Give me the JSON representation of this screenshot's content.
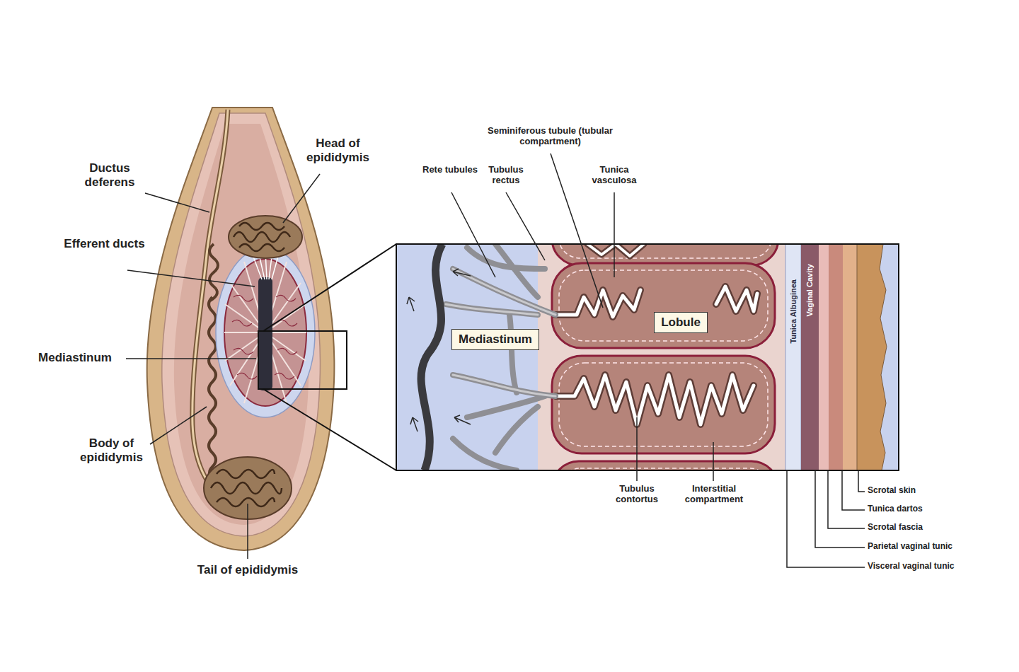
{
  "diagram": {
    "nodes": [
      {
        "text": [
          "Mediastinum"
        ]
      },
      {
        "text": [
          "Lobule"
        ]
      }
    ],
    "labels": [
      "Ductus deferens",
      "Head of epididymis",
      "Efferent ducts",
      "Mediastinum",
      "Body of epididymis",
      "Tail of epididymis",
      "Seminiferous tubule (tubular compartment)",
      "Rete tubules",
      "Tubulus rectus",
      "Tunica vasculosa",
      "Tubulus contortus",
      "Interstitial compartment",
      "Tunica Albuginea",
      "Vaginal Cavity",
      "Scrotal skin",
      "Tunica dartos",
      "Scrotal fascia",
      "Parietal vaginal tunic",
      "Visceral vaginal tunic"
    ]
  }
}
